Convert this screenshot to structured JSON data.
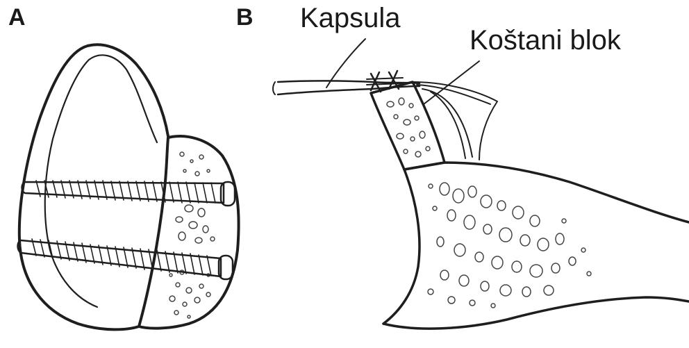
{
  "panels": {
    "a": {
      "letter": "A"
    },
    "b": {
      "letter": "B"
    }
  },
  "labels": {
    "capsule": "Kapsula",
    "bone_block": "Koštani blok"
  },
  "colors": {
    "ink": "#1e1e1e",
    "background": "#ffffff"
  }
}
